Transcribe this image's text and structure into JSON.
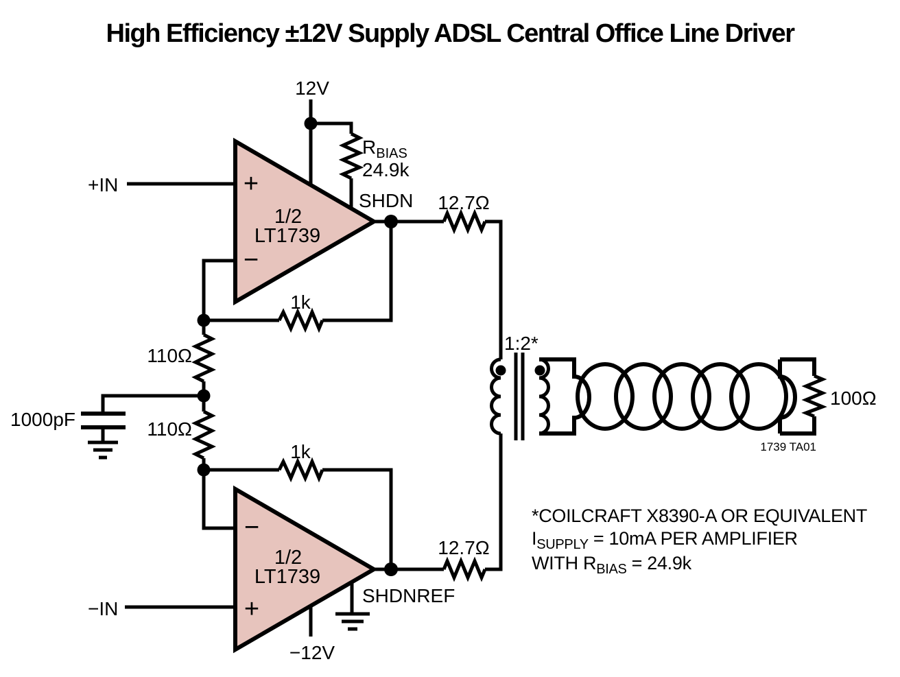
{
  "title": "High Efficiency ±12V Supply ADSL Central Office Line Driver",
  "colors": {
    "amp_fill": "#e7c4bd",
    "line": "#000000",
    "background": "#ffffff"
  },
  "amplifier": {
    "half": "1/2",
    "part": "LT1739"
  },
  "labels": {
    "supply_pos": "12V",
    "supply_neg": "−12V",
    "input_pos": "+IN",
    "input_neg": "−IN",
    "shdn": "SHDN",
    "shdnref": "SHDNREF",
    "rbias_name": "R",
    "rbias_sub": "BIAS",
    "rbias_value": "24.9k",
    "r_out_top": "12.7Ω",
    "r_out_bottom": "12.7Ω",
    "r_fb_top": "1k",
    "r_fb_bottom": "1k",
    "r_gain_top": "110Ω",
    "r_gain_bottom": "110Ω",
    "r_load": "100Ω",
    "cap_value": "1000pF",
    "turns_ratio": "1:2*",
    "figure_id": "1739 TA01",
    "plus": "+",
    "minus": "−"
  },
  "notes": {
    "line1": "*COILCRAFT X8390-A OR EQUIVALENT",
    "line2_main": "I",
    "line2_sub": "SUPPLY",
    "line2_rest": "= 10mA PER AMPLIFIER",
    "line3_main": "WITH R",
    "line3_sub": "BIAS",
    "line3_rest": "= 24.9k"
  }
}
